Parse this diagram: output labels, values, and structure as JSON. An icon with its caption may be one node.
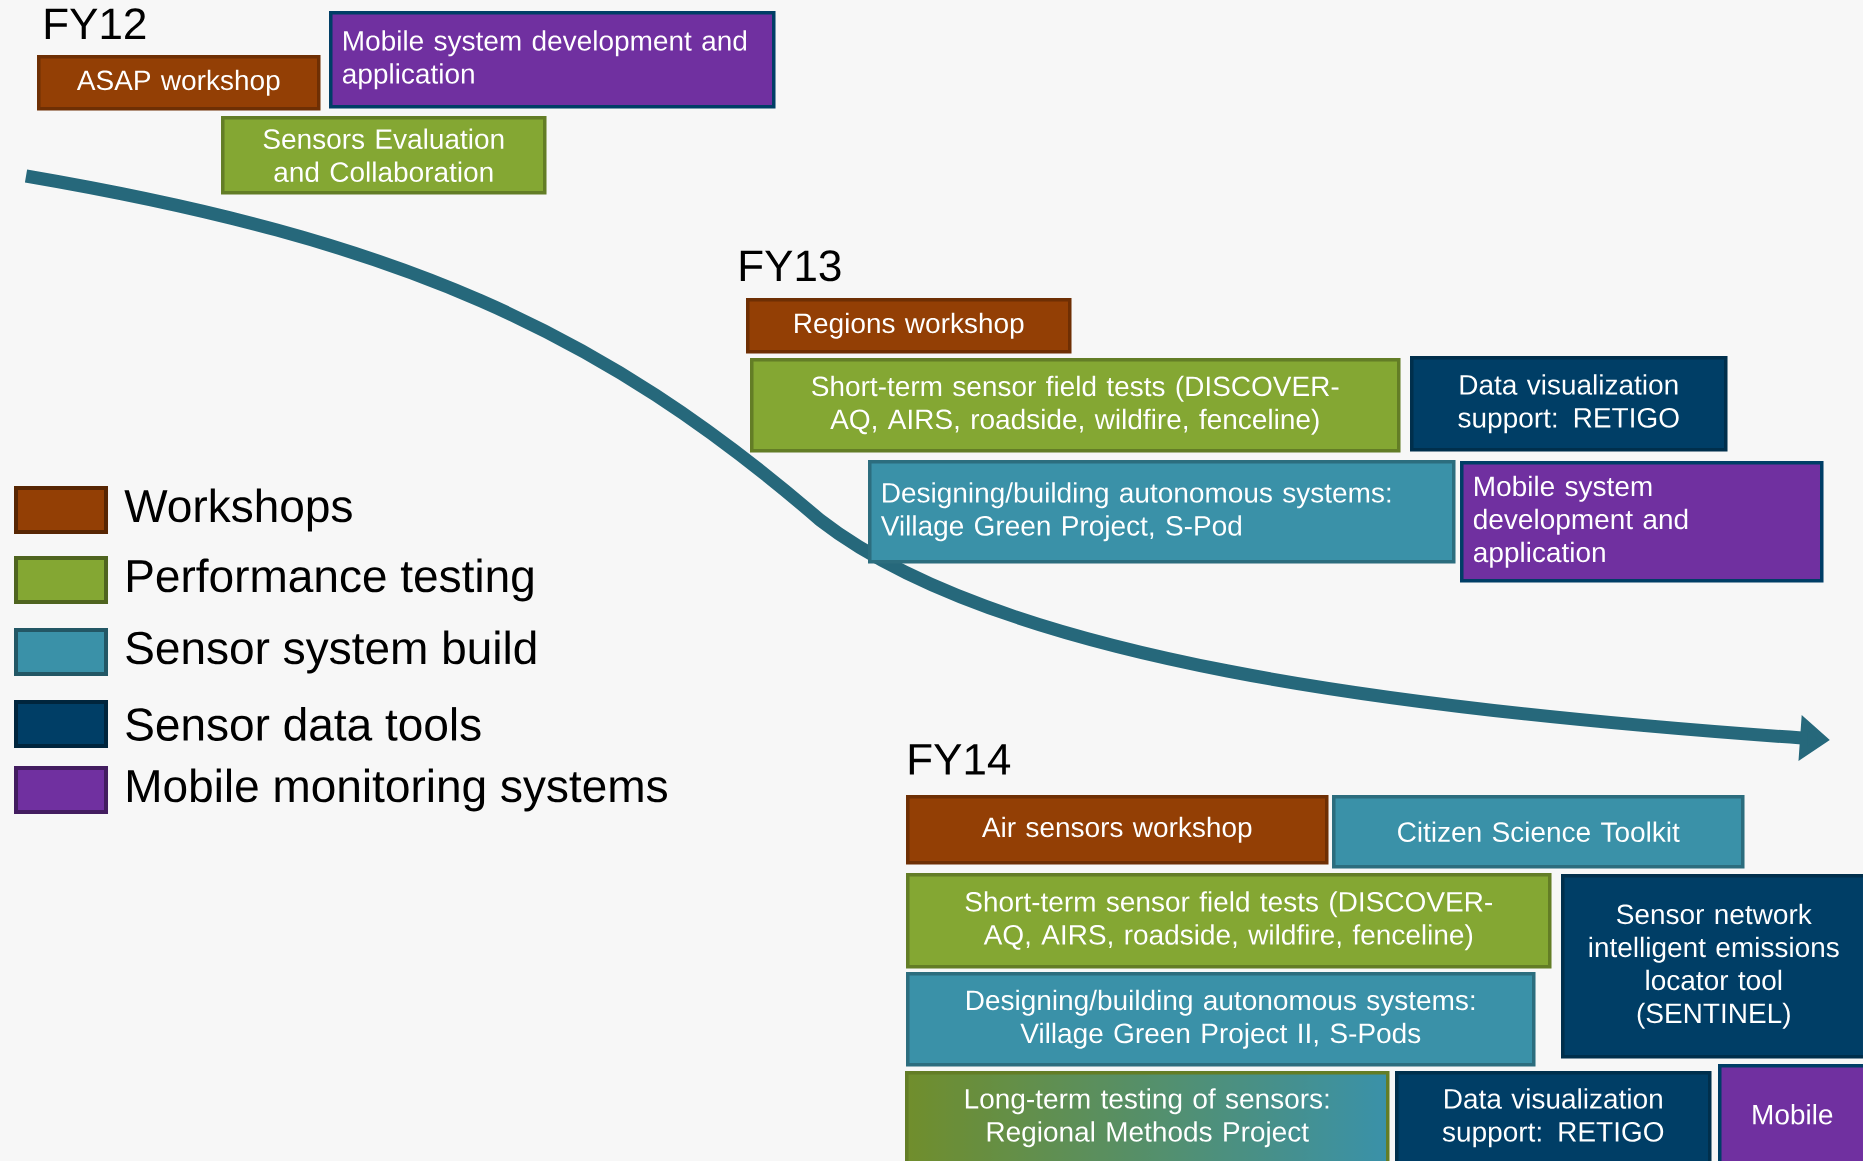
{
  "diagram": {
    "nodes": [
      {
        "text": [
          "ASAP workshop"
        ]
      },
      {
        "text": [
          "Mobile system development and application"
        ]
      },
      {
        "text": [
          "Sensors Evaluation and Collaboration"
        ]
      },
      {
        "text": [
          "Regions workshop"
        ]
      },
      {
        "text": [
          "Short-term sensor field tests (DISCOVER-AQ, AIRS, roadside, wildfire, fenceline)"
        ]
      },
      {
        "text": [
          "Data visualization support: RETIGO"
        ]
      },
      {
        "text": [
          "Designing/building autonomous systems: Village Green Project, S-Pod"
        ]
      },
      {
        "text": [
          "Mobile system development and application"
        ]
      },
      {
        "text": [
          "Air sensors workshop"
        ]
      },
      {
        "text": [
          "Citizen Science Toolkit"
        ]
      },
      {
        "text": [
          "Short-term sensor field tests (DISCOVER-AQ, AIRS, roadside, wildfire, fenceline)"
        ]
      },
      {
        "text": [
          "Sensor network intelligent emissions locator tool (SENTINEL)"
        ]
      },
      {
        "text": [
          "Designing/building autonomous systems: Village Green Project II, S-Pods"
        ]
      },
      {
        "text": [
          "Long-term testing of sensors: Regional Methods Project"
        ]
      },
      {
        "text": [
          "Data visualization support: RETIGO"
        ]
      },
      {
        "text": [
          "Mobile"
        ]
      }
    ],
    "labels": [
      "FY12",
      "FY13",
      "FY14"
    ],
    "legend": [
      {
        "text": "Workshops",
        "color": "#933f05"
      },
      {
        "text": "Performance testing",
        "color": "#84a733"
      },
      {
        "text": "Sensor system build",
        "color": "#3a91a8"
      },
      {
        "text": "Sensor data tools",
        "color": "#003e66"
      },
      {
        "text": "Mobile monitoring systems",
        "color": "#7030a0"
      }
    ]
  }
}
